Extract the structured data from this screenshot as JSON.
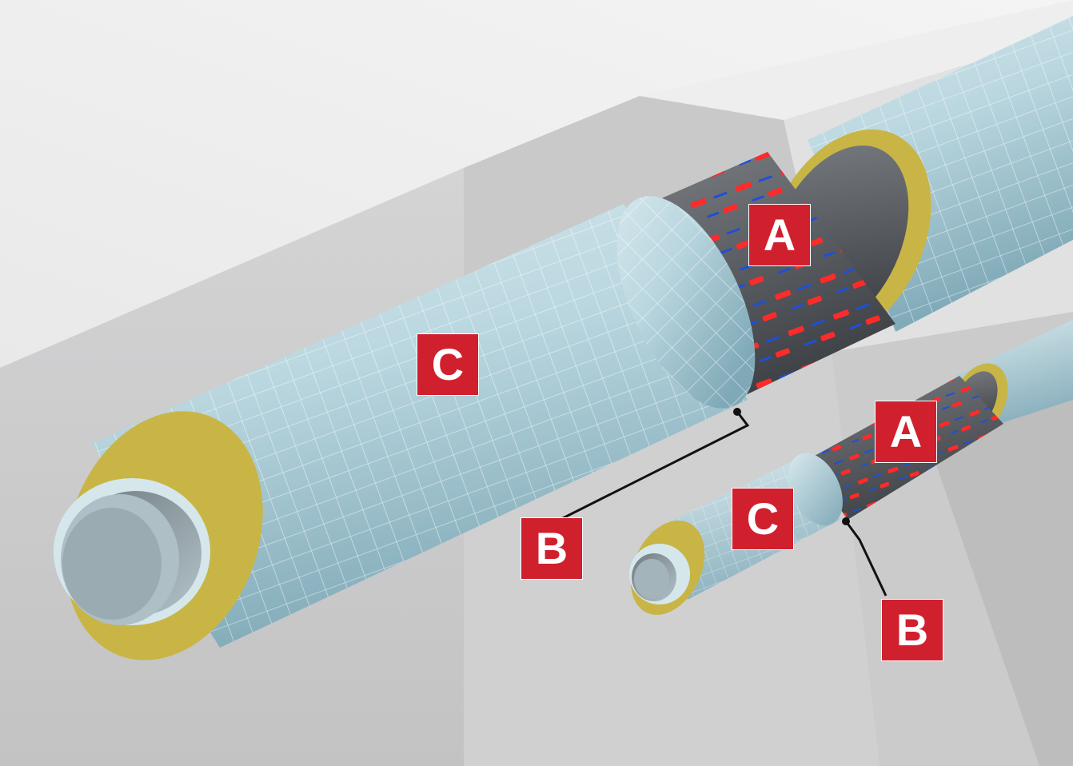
{
  "labels": {
    "large_pipe": {
      "sealant": "A",
      "wrap_edge": "B",
      "jacket": "C"
    },
    "small_pipe": {
      "sealant": "A",
      "wrap_edge": "B",
      "jacket": "C"
    }
  },
  "colors": {
    "label_fill": "#d0202e",
    "label_text": "#ffffff",
    "insulation": "#c8b545",
    "jacket": "#b9d6df",
    "jacket_grid": "#ffffff",
    "sealant_band": "#5a5d61",
    "dash_red": "#ff2a2a",
    "dash_blue": "#1e4fd8",
    "wall": "#cfcfd0",
    "leader_line": "#111111"
  }
}
